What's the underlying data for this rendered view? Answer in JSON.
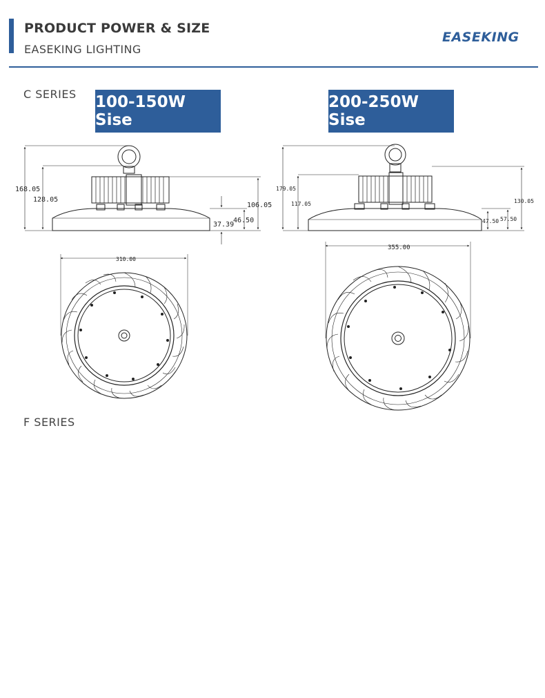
{
  "header": {
    "title": "PRODUCT POWER & SIZE",
    "subtitle": "EASEKING LIGHTING",
    "logo": "EASEKING"
  },
  "sections": {
    "c_series": "C SERIES",
    "f_series": "F SERIES"
  },
  "models": [
    {
      "label": "100-150W Sise",
      "side_dims": {
        "total_height": "168.05",
        "hook_height": "128.05",
        "body_height": "106.05",
        "lens_height": "46.50",
        "lens_offset": "37.39"
      },
      "top_dims": {
        "diameter": "310.00"
      }
    },
    {
      "label": "200-250W Sise",
      "side_dims": {
        "total_height": "179.05",
        "hook_height": "117.05",
        "body_height": "130.05",
        "lens_height": "57.50",
        "lens_offset": "47.50"
      },
      "top_dims": {
        "diameter": "355.00"
      }
    }
  ],
  "colors": {
    "accent": "#2e5e9a",
    "line": "#222222"
  }
}
